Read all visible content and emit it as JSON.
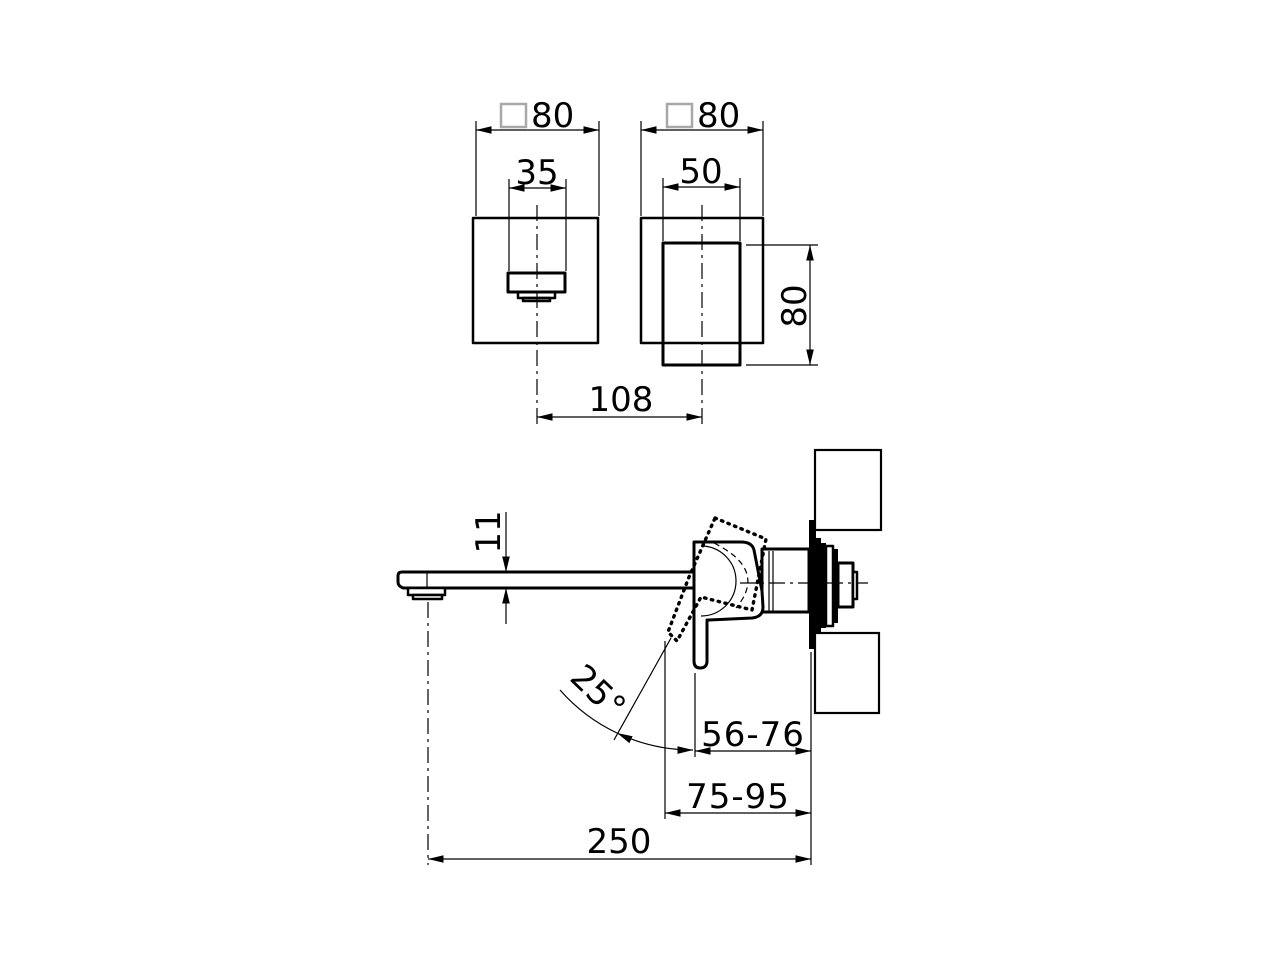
{
  "drawing": {
    "type": "faucet-installation-dimension-drawing",
    "colors": {
      "line": "#000000",
      "square_symbol": "#a8a8a8",
      "background": "#ffffff"
    },
    "labels": {
      "spout_plate_size": "80",
      "handle_plate_size": "80",
      "spout_width": "35",
      "handle_width": "50",
      "handle_height": "80",
      "center_distance": "108",
      "spout_thickness": "11",
      "handle_tilt_angle": "25°",
      "depth_range": "56-76",
      "projection_range": "75-95",
      "spout_reach": "250"
    }
  }
}
